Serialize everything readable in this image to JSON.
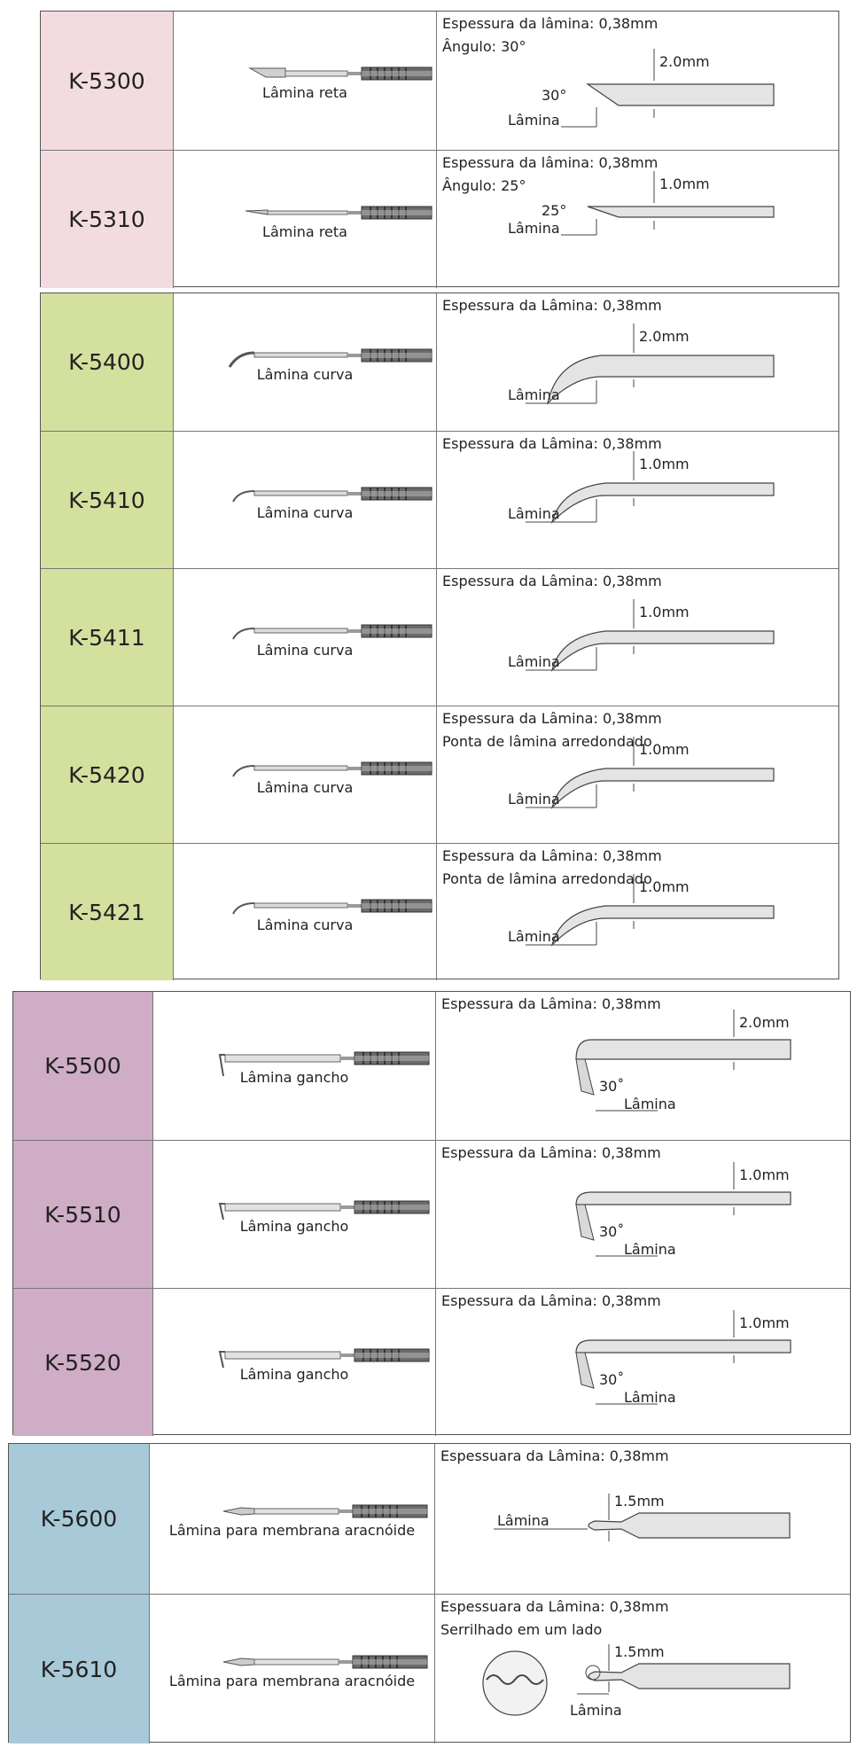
{
  "colors": {
    "straight": "#f2dcdf",
    "curved": "#d4e09e",
    "hook": "#cfadc6",
    "arachnoid": "#a8c9d8"
  },
  "sections": [
    {
      "id": "straight",
      "rows": [
        {
          "code": "K-5300",
          "type": "Lâmina reta",
          "spec1": "Espessura da lâmina: 0,38mm",
          "spec2": "Ângulo: 30°",
          "dim": "2.0mm",
          "angle": "30°",
          "blade": "Lâmina"
        },
        {
          "code": "K-5310",
          "type": "Lâmina reta",
          "spec1": "Espessura da lâmina: 0,38mm",
          "spec2": "Ângulo: 25°",
          "dim": "1.0mm",
          "angle": "25°",
          "blade": "Lâmina"
        }
      ]
    },
    {
      "id": "curved",
      "rows": [
        {
          "code": "K-5400",
          "type": "Lâmina curva",
          "spec1": "Espessura da Lâmina: 0,38mm",
          "spec2": "",
          "dim": "2.0mm",
          "angle": "",
          "blade": "Lâmina"
        },
        {
          "code": "K-5410",
          "type": "Lâmina curva",
          "spec1": "Espessura da Lâmina: 0,38mm",
          "spec2": "",
          "dim": "1.0mm",
          "angle": "",
          "blade": "Lâmina"
        },
        {
          "code": "K-5411",
          "type": "Lâmina curva",
          "spec1": "Espessura da Lâmina: 0,38mm",
          "spec2": "",
          "dim": "1.0mm",
          "angle": "",
          "blade": "Lâmina"
        },
        {
          "code": "K-5420",
          "type": "Lâmina curva",
          "spec1": "Espessura da Lâmina: 0,38mm",
          "spec2": "Ponta de lâmina arredondado",
          "dim": "1.0mm",
          "angle": "",
          "blade": "Lâmina"
        },
        {
          "code": "K-5421",
          "type": "Lâmina curva",
          "spec1": "Espessura da Lâmina: 0,38mm",
          "spec2": "Ponta de lâmina arredondado",
          "dim": "1.0mm",
          "angle": "",
          "blade": "Lâmina"
        }
      ]
    },
    {
      "id": "hook",
      "rows": [
        {
          "code": "K-5500",
          "type": "Lâmina gancho",
          "spec1": "Espessura da Lâmina: 0,38mm",
          "spec2": "",
          "dim": "2.0mm",
          "angle": "30˚",
          "blade": "Lâmina"
        },
        {
          "code": "K-5510",
          "type": "Lâmina gancho",
          "spec1": "Espessura da Lâmina: 0,38mm",
          "spec2": "",
          "dim": "1.0mm",
          "angle": "30˚",
          "blade": "Lâmina"
        },
        {
          "code": "K-5520",
          "type": "Lâmina gancho",
          "spec1": "Espessura da Lâmina: 0,38mm",
          "spec2": "",
          "dim": "1.0mm",
          "angle": "30˚",
          "blade": "Lâmina"
        }
      ]
    },
    {
      "id": "arachnoid",
      "rows": [
        {
          "code": "K-5600",
          "type": "Lâmina para membrana aracnóide",
          "spec1": "Espessuara da Lâmina: 0,38mm",
          "spec2": "",
          "dim": "1.5mm",
          "angle": "",
          "blade": "Lâmina"
        },
        {
          "code": "K-5610",
          "type": "Lâmina para membrana aracnóide",
          "spec1": "Espessuara da Lâmina: 0,38mm",
          "spec2": "Serrilhado em um lado",
          "dim": "1.5mm",
          "angle": "",
          "blade": "Lâmina"
        }
      ]
    }
  ]
}
